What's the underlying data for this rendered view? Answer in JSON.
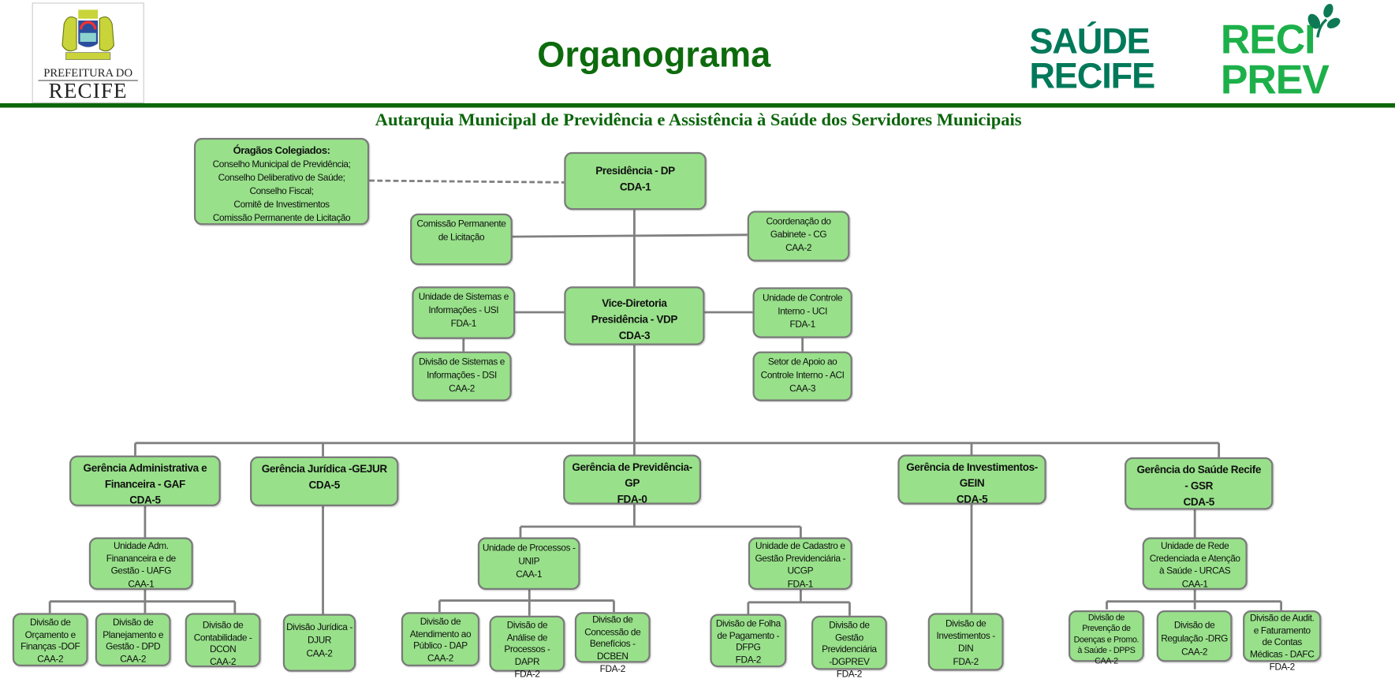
{
  "header": {
    "logo_prefeitura": {
      "line1": "PREFEITURA DO",
      "line2": "RECIFE"
    },
    "title": "Organograma",
    "logo_saude": {
      "line1": "SAÚDE",
      "line2": "RECIFE"
    },
    "logo_reciprev": {
      "line1": "RECI",
      "line2": "PREV"
    },
    "subtitle": "Autarquia Municipal de Previdência e Assistência à Saúde dos Servidores Municipais"
  },
  "colors": {
    "box_fill": "#98e18a",
    "box_border": "#7a7a7a",
    "brand_green": "#0b650b",
    "connector": "#808080"
  },
  "nodes": {
    "org": [
      "Óragãos Colegiados:",
      "Conselho Municipal de Previdência;",
      "Conselho Deliberativo de Saúde;",
      "Conselho Fiscal;",
      "Comitê de Investimentos",
      "Comissão Permanente de Licitação"
    ],
    "dp": [
      "Presidência - DP",
      "CDA-1"
    ],
    "cpl": [
      "Comissão Permanente",
      "de Licitação"
    ],
    "cg": [
      "Coordenação do",
      "Gabinete - CG",
      "CAA-2"
    ],
    "usi": [
      "Unidade de Sistemas e",
      "Informações - USI",
      "FDA-1"
    ],
    "vdp": [
      "Vice-Diretoria",
      "Presidência - VDP",
      "CDA-3"
    ],
    "uci": [
      "Unidade de Controle",
      "Interno - UCI",
      "FDA-1"
    ],
    "dsi": [
      "Divisão de Sistemas e",
      "Informações - DSI",
      "CAA-2"
    ],
    "aci": [
      "Setor de Apoio ao",
      "Controle Interno - ACI",
      "CAA-3"
    ],
    "gaf": [
      "Gerência Administrativa  e",
      "Financeira - GAF",
      "CDA-5"
    ],
    "gejur": [
      "Gerência Jurídica -GEJUR",
      "CDA-5"
    ],
    "gp": [
      "Gerência de Previdência-",
      "GP",
      "FDA-0"
    ],
    "gein": [
      "Gerência de Investimentos-",
      "GEIN",
      "CDA-5"
    ],
    "gsr": [
      "Gerência do Saúde Recife",
      "- GSR",
      "CDA-5"
    ],
    "uafg": [
      "Unidade Adm.",
      "Finananceira e de",
      "Gestão - UAFG",
      "CAA-1"
    ],
    "unip": [
      "Unidade de Processos -",
      "UNIP",
      "CAA-1"
    ],
    "ucgp": [
      "Unidade de Cadastro e",
      "Gestão Previdenciária -",
      "UCGP",
      "FDA-1"
    ],
    "urcas": [
      "Unidade de Rede",
      "Credenciada e Atenção",
      "à Saúde - URCAS",
      "CAA-1"
    ],
    "dof": [
      "Divisão de",
      "Orçamento e",
      "Finanças -DOF",
      "CAA-2"
    ],
    "dpd": [
      "Divisão de",
      "Planejamento e",
      "Gestão - DPD",
      "CAA-2"
    ],
    "dcon": [
      "Divisão de",
      "Contabilidade -",
      "DCON",
      "CAA-2"
    ],
    "djur": [
      "Divisão Jurídica -",
      "DJUR",
      "CAA-2"
    ],
    "dap": [
      "Divisão  de",
      "Atendimento ao",
      "Público - DAP",
      "CAA-2"
    ],
    "dapr": [
      "Divisão de",
      "Análise de",
      "Processos -",
      "DAPR",
      "FDA-2"
    ],
    "dcben": [
      "Divisão de",
      "Concessão de",
      "Benefícios -",
      "DCBEN",
      "FDA-2"
    ],
    "dfpg": [
      "Divisão de Folha",
      "de Pagamento -",
      "DFPG",
      "FDA-2"
    ],
    "dgprev": [
      "Divisão de",
      "Gestão",
      "Previdenciária",
      "-DGPREV",
      "FDA-2"
    ],
    "din": [
      "Divisão de",
      "Investimentos -",
      "DIN",
      "FDA-2"
    ],
    "dpps": [
      "Divisão de",
      "Prevenção de",
      "Doenças e Promo.",
      "à Saúde - DPPS",
      "CAA-2"
    ],
    "drg": [
      "Divisão de",
      "Regulação -DRG",
      "CAA-2"
    ],
    "dafc": [
      "Divisão de Audit.",
      "e Faturamento",
      "de Contas",
      "Médicas - DAFC",
      "FDA-2"
    ]
  }
}
